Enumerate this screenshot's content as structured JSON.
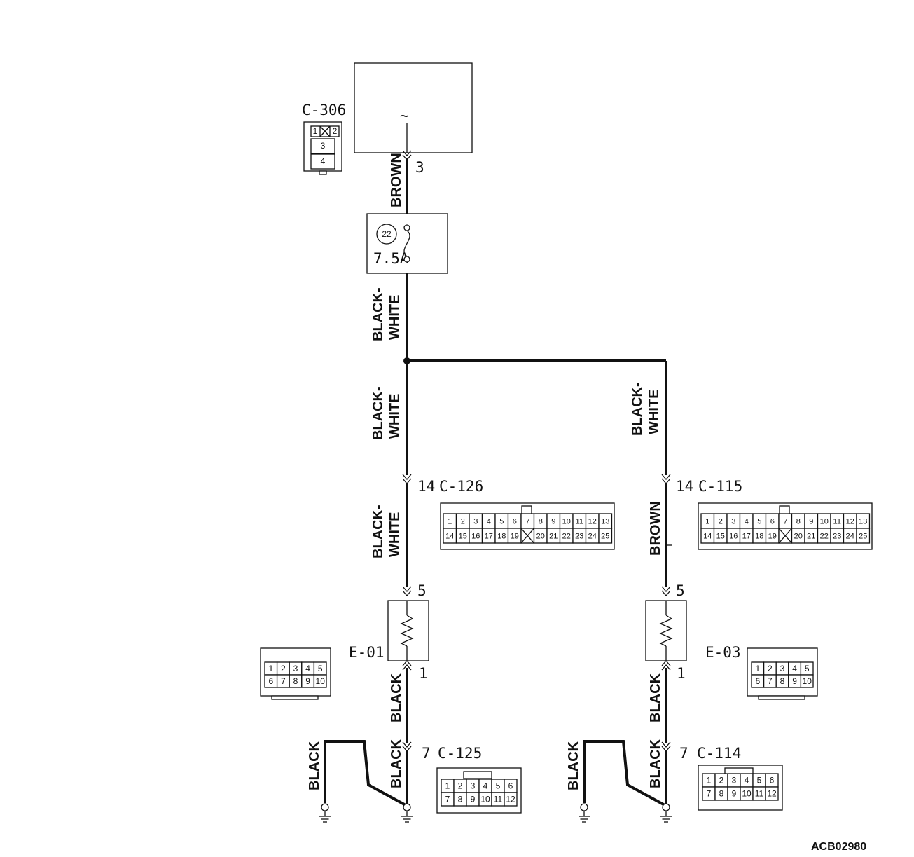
{
  "diagram_code": "ACB02980",
  "wire_colors": {
    "brown": "BROWN",
    "black_white_line1": "BLACK-",
    "black_white_line2": "WHITE",
    "black": "BLACK"
  },
  "fuse": {
    "number": "22",
    "rating": "7.5A"
  },
  "source": {
    "connector": "C-306",
    "pin": "3",
    "symbol": "~"
  },
  "connectors": {
    "c306": {
      "id": "C-306",
      "rows": [
        [
          "1",
          "2"
        ],
        [
          "3"
        ],
        [
          "4"
        ]
      ]
    },
    "c126": {
      "id": "C-126",
      "pin": "14",
      "rows": [
        [
          "1",
          "2",
          "3",
          "4",
          "5",
          "6",
          "7",
          "8",
          "9",
          "10",
          "11",
          "12",
          "13"
        ],
        [
          "14",
          "15",
          "16",
          "17",
          "18",
          "19",
          "",
          "20",
          "21",
          "22",
          "23",
          "24",
          "25"
        ]
      ]
    },
    "c115": {
      "id": "C-115",
      "pin": "14",
      "rows": [
        [
          "1",
          "2",
          "3",
          "4",
          "5",
          "6",
          "7",
          "8",
          "9",
          "10",
          "11",
          "12",
          "13"
        ],
        [
          "14",
          "15",
          "16",
          "17",
          "18",
          "19",
          "",
          "20",
          "21",
          "22",
          "23",
          "24",
          "25"
        ]
      ]
    },
    "e01": {
      "id": "E-01",
      "pin_top": "5",
      "pin_bottom": "1",
      "rows": [
        [
          "1",
          "2",
          "3",
          "4",
          "5"
        ],
        [
          "6",
          "7",
          "8",
          "9",
          "10"
        ]
      ]
    },
    "e03": {
      "id": "E-03",
      "pin_top": "5",
      "pin_bottom": "1",
      "rows": [
        [
          "1",
          "2",
          "3",
          "4",
          "5"
        ],
        [
          "6",
          "7",
          "8",
          "9",
          "10"
        ]
      ]
    },
    "c125": {
      "id": "C-125",
      "pin": "7",
      "rows": [
        [
          "1",
          "2",
          "3",
          "4",
          "5",
          "6"
        ],
        [
          "7",
          "8",
          "9",
          "10",
          "11",
          "12"
        ]
      ]
    },
    "c114": {
      "id": "C-114",
      "pin": "7",
      "rows": [
        [
          "1",
          "2",
          "3",
          "4",
          "5",
          "6"
        ],
        [
          "7",
          "8",
          "9",
          "10",
          "11",
          "12"
        ]
      ]
    }
  }
}
